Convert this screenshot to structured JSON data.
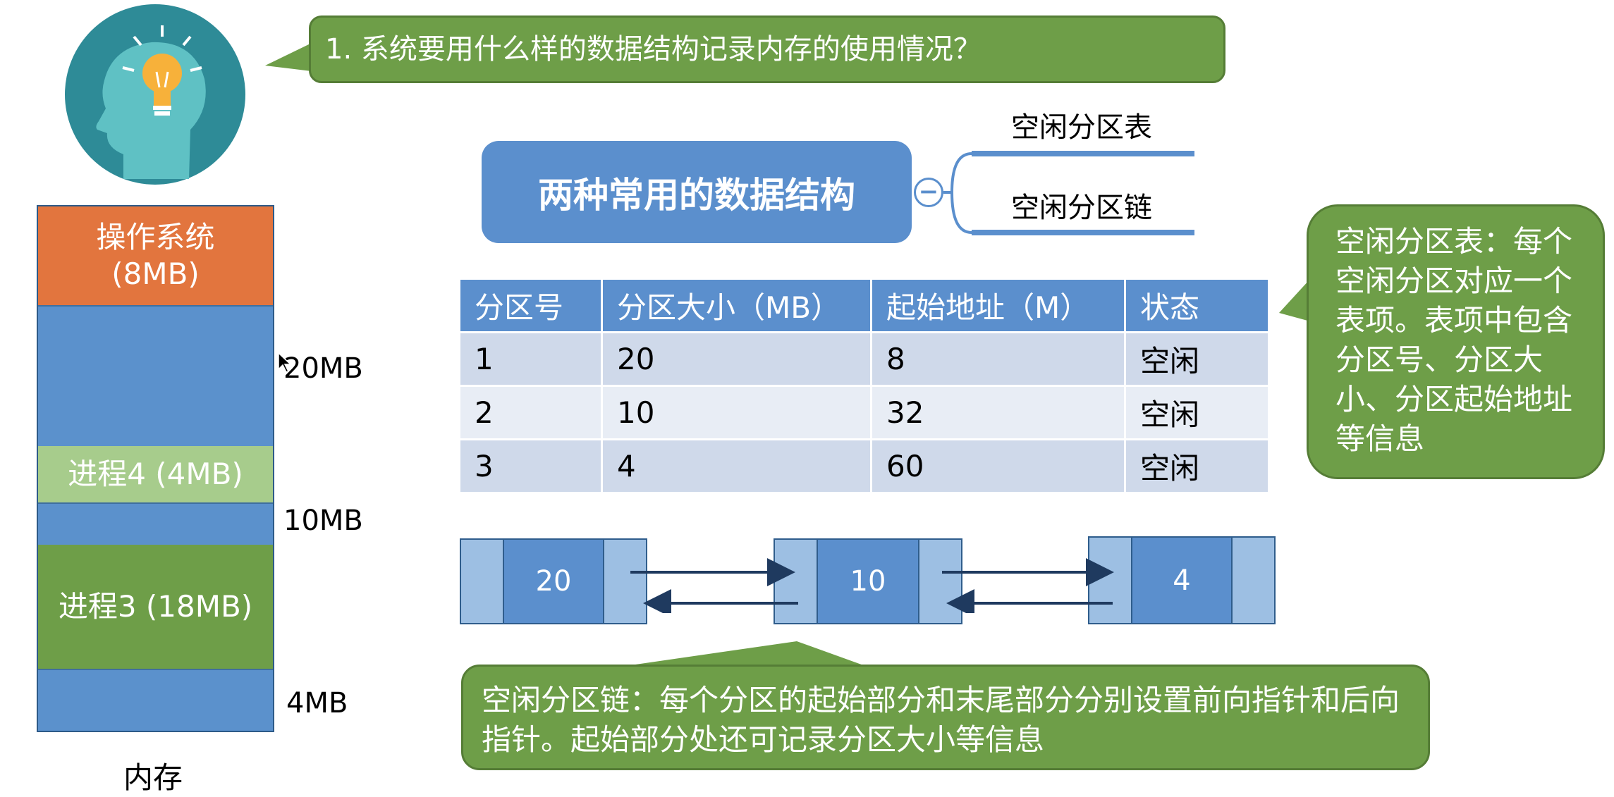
{
  "question": "1. 系统要用什么样的数据结构记录内存的使用情况？",
  "memory": {
    "caption": "内存",
    "segments": {
      "os": "操作系统\n(8MB)",
      "process4": "进程4 (4MB)",
      "process3": "进程3 (18MB)"
    },
    "size_labels": [
      "20MB",
      "10MB",
      "4MB"
    ]
  },
  "mindmap": {
    "root": "两种常用的数据结构",
    "toggle": "−",
    "branches": [
      "空闲分区表",
      "空闲分区链"
    ]
  },
  "table": {
    "headers": [
      "分区号",
      "分区大小（MB）",
      "起始地址（M）",
      "状态"
    ],
    "rows": [
      [
        "1",
        "20",
        "8",
        "空闲"
      ],
      [
        "2",
        "10",
        "32",
        "空闲"
      ],
      [
        "3",
        "4",
        "60",
        "空闲"
      ]
    ]
  },
  "linked_list": {
    "nodes": [
      "20",
      "10",
      "4"
    ]
  },
  "table_description": "空闲分区表：每个空闲分区对应一个表项。表项中包含分区号、分区大小、分区起始地址等信息",
  "chain_description": "空闲分区链：每个分区的起始部分和末尾部分分别设置前向指针和后向指针。起始部分处还可记录分区大小等信息",
  "colors": {
    "accent_blue": "#5b8fcd",
    "bubble_green": "#6e9e48",
    "os_orange": "#e2753e",
    "process_light_green": "#a7cc8c"
  }
}
